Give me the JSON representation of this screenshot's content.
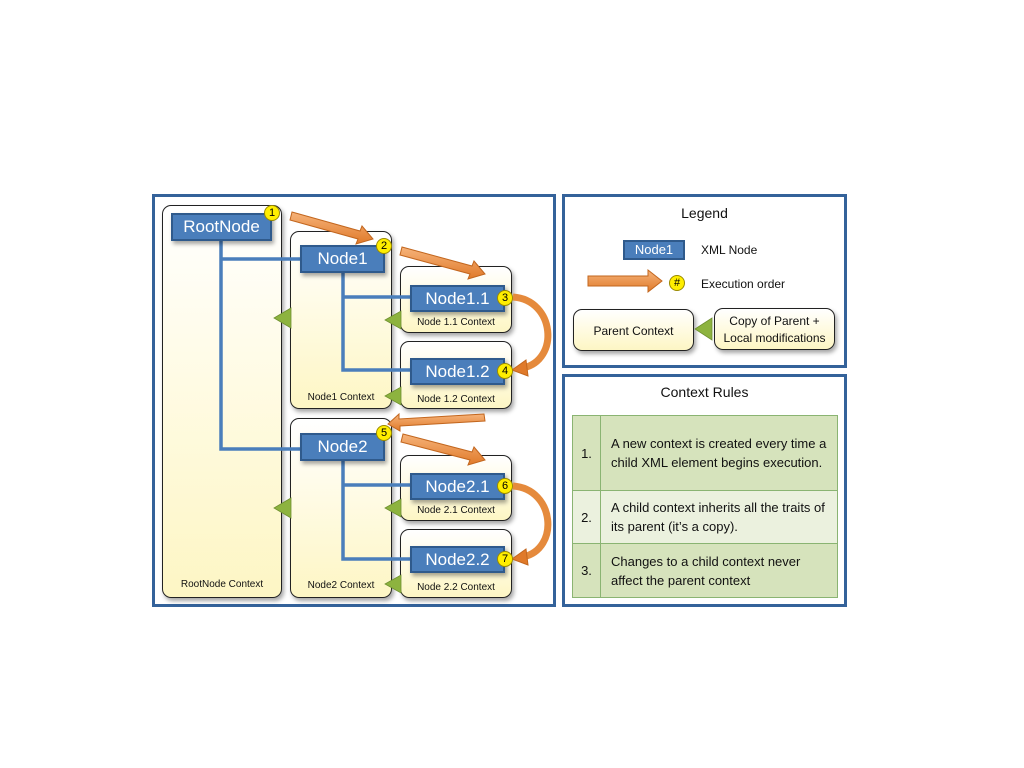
{
  "diagram": {
    "contexts": {
      "root": "RootNode Context",
      "node1": "Node1 Context",
      "node2": "Node2 Context",
      "node1_1": "Node 1.1 Context",
      "node1_2": "Node 1.2 Context",
      "node2_1": "Node 2.1 Context",
      "node2_2": "Node 2.2 Context"
    },
    "nodes": {
      "root": "RootNode",
      "node1": "Node1",
      "node2": "Node2",
      "node1_1": "Node1.1",
      "node1_2": "Node1.2",
      "node2_1": "Node2.1",
      "node2_2": "Node2.2"
    },
    "order": {
      "root": "1",
      "node1": "2",
      "node1_1": "3",
      "node1_2": "4",
      "node2": "5",
      "node2_1": "6",
      "node2_2": "7"
    }
  },
  "legend": {
    "title": "Legend",
    "node_sample": "Node1",
    "node_desc": "XML Node",
    "badge_sample": "#",
    "order_desc": "Execution order",
    "parent_context": "Parent Context",
    "copy_line1": "Copy of Parent +",
    "copy_line2": "Local modifications"
  },
  "rules": {
    "title": "Context Rules",
    "items": [
      {
        "num": "1.",
        "text": "A new context is created every time a child XML element begins execution."
      },
      {
        "num": "2.",
        "text": "A child context inherits all the traits of its parent (it’s a copy)."
      },
      {
        "num": "3.",
        "text": "Changes to a child context never affect the parent context"
      }
    ]
  },
  "colors": {
    "panel_border": "#34629a",
    "node_fill": "#4a7ebb",
    "connector": "#4a7ebb",
    "arrow_orange": "#e8883a",
    "badge_yellow": "#ffee00",
    "inherit_green": "#8db33f",
    "rule_row_dark": "#d6e3bc",
    "rule_row_light": "#ebf1de"
  }
}
